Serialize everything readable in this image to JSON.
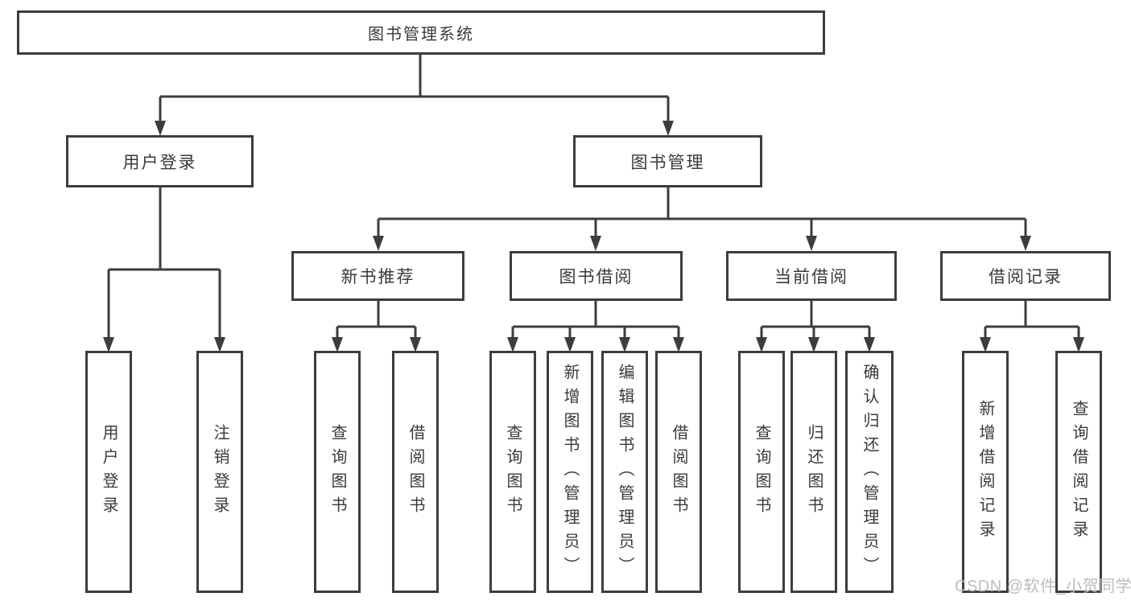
{
  "diagram": {
    "root": {
      "label": "图书管理系统"
    },
    "level2": [
      {
        "label": "用户登录"
      },
      {
        "label": "图书管理"
      }
    ],
    "level3": [
      {
        "label": "新书推荐"
      },
      {
        "label": "图书借阅"
      },
      {
        "label": "当前借阅"
      },
      {
        "label": "借阅记录"
      }
    ],
    "leaves": {
      "user_login": [
        "用户登录",
        "注销登录"
      ],
      "new_book": [
        "查询图书",
        "借阅图书"
      ],
      "book_borrow": [
        "查询图书",
        "新增图书（管理员）",
        "编辑图书（管理员）",
        "借阅图书"
      ],
      "current_borrow": [
        "查询图书",
        "归还图书",
        "确认归还（管理员）"
      ],
      "borrow_record": [
        "新增借阅记录",
        "查询借阅记录"
      ]
    }
  },
  "watermark": {
    "text": "CSDN @软件_小贺同学",
    "color": "#bcbcbc"
  },
  "colors": {
    "line": "#3d3d3d",
    "text": "#3a3a3a",
    "background": "#ffffff"
  }
}
